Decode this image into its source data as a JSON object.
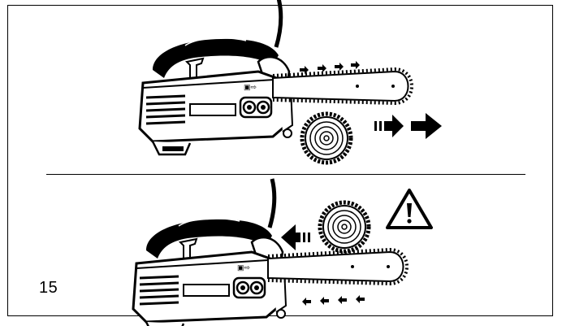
{
  "figure": {
    "number": "15"
  },
  "illustrations": [
    {
      "id": "top",
      "icons": [
        "chainsaw-icon",
        "log-icon",
        "chain-direction-arrows-icon",
        "push-direction-arrow-icon"
      ]
    },
    {
      "id": "bottom",
      "icons": [
        "chainsaw-icon",
        "log-icon",
        "chain-direction-arrows-icon",
        "pull-direction-arrow-icon",
        "warning-triangle-icon"
      ]
    }
  ],
  "colors": {
    "ink": "#000000",
    "paper": "#ffffff"
  }
}
